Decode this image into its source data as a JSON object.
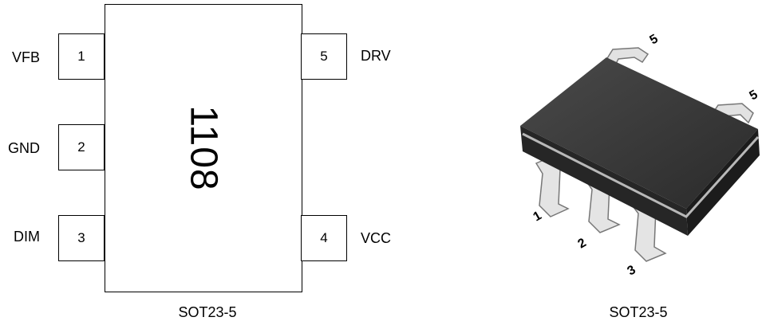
{
  "diagram": {
    "chip_label": "1108",
    "left_caption": "SOT23-5",
    "right_caption": "SOT23-5",
    "pins": [
      {
        "number": "1",
        "name": "VFB"
      },
      {
        "number": "2",
        "name": "GND"
      },
      {
        "number": "3",
        "name": "DIM"
      },
      {
        "number": "4",
        "name": "VCC"
      },
      {
        "number": "5",
        "name": "DRV"
      }
    ],
    "photo_pin_marks": [
      "1",
      "2",
      "3",
      "5",
      "5"
    ]
  }
}
